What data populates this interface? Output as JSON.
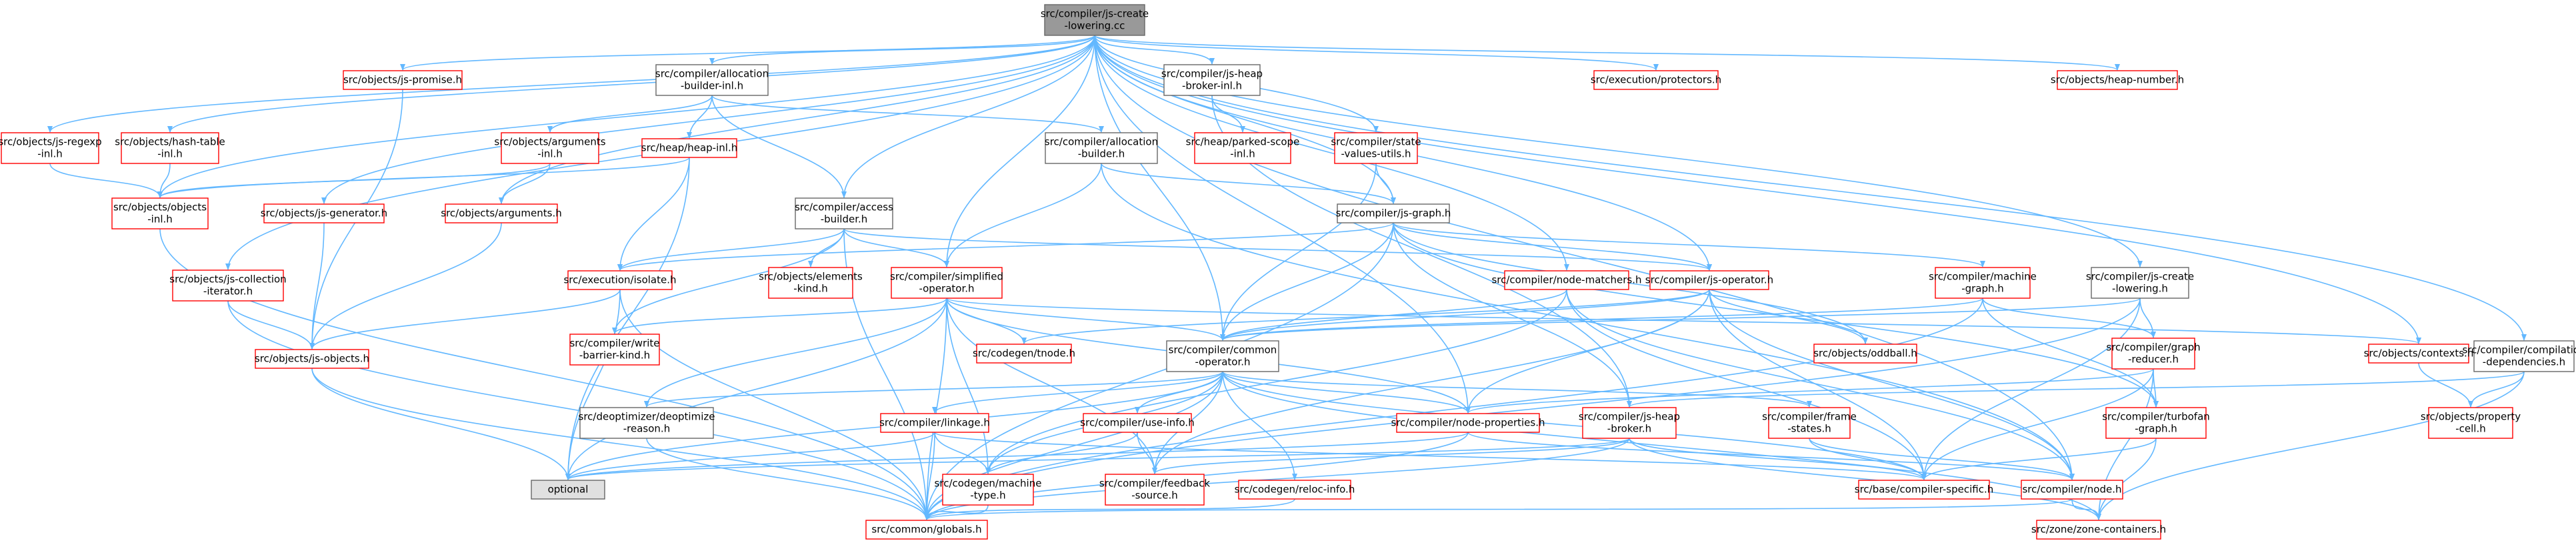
{
  "colors": {
    "edge": "#63b8ff",
    "arrow": "#63b8ff",
    "root_fill": "#999999",
    "root_border": "#666666",
    "normal_border": "#666666",
    "missing_border": "#ff0000",
    "node_fill": "#ffffff",
    "optional_fill": "#e0e0e0",
    "text": "#000000"
  },
  "nodes": [
    {
      "id": "root",
      "lines": [
        "src/compiler/js-create",
        "-lowering.cc"
      ],
      "kind": "root"
    },
    {
      "id": "regexp",
      "lines": [
        "src/objects/js-regexp",
        "-inl.h"
      ],
      "kind": "red"
    },
    {
      "id": "hashtable",
      "lines": [
        "src/objects/hash-table",
        "-inl.h"
      ],
      "kind": "red"
    },
    {
      "id": "objinl",
      "lines": [
        "src/objects/objects",
        "-inl.h"
      ],
      "kind": "red"
    },
    {
      "id": "promise",
      "lines": [
        "src/objects/js-promise.h"
      ],
      "kind": "red"
    },
    {
      "id": "allocinl",
      "lines": [
        "src/compiler/allocation",
        "-builder-inl.h"
      ],
      "kind": "normal"
    },
    {
      "id": "argsinl",
      "lines": [
        "src/objects/arguments",
        "-inl.h"
      ],
      "kind": "red"
    },
    {
      "id": "heapinl",
      "lines": [
        "src/heap/heap-inl.h"
      ],
      "kind": "red"
    },
    {
      "id": "jsgenerator",
      "lines": [
        "src/objects/js-generator.h"
      ],
      "kind": "red"
    },
    {
      "id": "arguments",
      "lines": [
        "src/objects/arguments.h"
      ],
      "kind": "red"
    },
    {
      "id": "collection",
      "lines": [
        "src/objects/js-collection",
        "-iterator.h"
      ],
      "kind": "red"
    },
    {
      "id": "jsobjects",
      "lines": [
        "src/objects/js-objects.h"
      ],
      "kind": "red"
    },
    {
      "id": "isolate",
      "lines": [
        "src/execution/isolate.h"
      ],
      "kind": "red"
    },
    {
      "id": "accessbuilder",
      "lines": [
        "src/compiler/access",
        "-builder.h"
      ],
      "kind": "normal"
    },
    {
      "id": "elementskind",
      "lines": [
        "src/objects/elements",
        "-kind.h"
      ],
      "kind": "red"
    },
    {
      "id": "simplified",
      "lines": [
        "src/compiler/simplified",
        "-operator.h"
      ],
      "kind": "red"
    },
    {
      "id": "writebarrier",
      "lines": [
        "src/compiler/write",
        "-barrier-kind.h"
      ],
      "kind": "red"
    },
    {
      "id": "tnode",
      "lines": [
        "src/codegen/tnode.h"
      ],
      "kind": "red"
    },
    {
      "id": "deopt",
      "lines": [
        "src/deoptimizer/deoptimize",
        "-reason.h"
      ],
      "kind": "normal"
    },
    {
      "id": "linkage",
      "lines": [
        "src/compiler/linkage.h"
      ],
      "kind": "red"
    },
    {
      "id": "optional",
      "lines": [
        "optional"
      ],
      "kind": "optional"
    },
    {
      "id": "machinetype",
      "lines": [
        "src/codegen/machine",
        "-type.h"
      ],
      "kind": "red"
    },
    {
      "id": "globals",
      "lines": [
        "src/common/globals.h"
      ],
      "kind": "red"
    },
    {
      "id": "jsheapbroker",
      "lines": [
        "src/compiler/js-heap",
        "-broker-inl.h"
      ],
      "kind": "normal"
    },
    {
      "id": "parkedscope",
      "lines": [
        "src/heap/parked-scope",
        "-inl.h"
      ],
      "kind": "red"
    },
    {
      "id": "allocbuilder",
      "lines": [
        "src/compiler/allocation",
        "-builder.h"
      ],
      "kind": "normal"
    },
    {
      "id": "statevalues",
      "lines": [
        "src/compiler/state",
        "-values-utils.h"
      ],
      "kind": "red"
    },
    {
      "id": "jsgraph",
      "lines": [
        "src/compiler/js-graph.h"
      ],
      "kind": "normal"
    },
    {
      "id": "nodematchers",
      "lines": [
        "src/compiler/node-matchers.h"
      ],
      "kind": "red"
    },
    {
      "id": "jsoperator",
      "lines": [
        "src/compiler/js-operator.h"
      ],
      "kind": "red"
    },
    {
      "id": "commonop",
      "lines": [
        "src/compiler/common",
        "-operator.h"
      ],
      "kind": "normal"
    },
    {
      "id": "useinfo",
      "lines": [
        "src/compiler/use-info.h"
      ],
      "kind": "red"
    },
    {
      "id": "feedback",
      "lines": [
        "src/compiler/feedback",
        "-source.h"
      ],
      "kind": "red"
    },
    {
      "id": "relocinfo",
      "lines": [
        "src/codegen/reloc-info.h"
      ],
      "kind": "red"
    },
    {
      "id": "nodeprops",
      "lines": [
        "src/compiler/node-properties.h"
      ],
      "kind": "red"
    },
    {
      "id": "jsheapbrokerh",
      "lines": [
        "src/compiler/js-heap",
        "-broker.h"
      ],
      "kind": "red"
    },
    {
      "id": "framestates",
      "lines": [
        "src/compiler/frame",
        "-states.h"
      ],
      "kind": "red"
    },
    {
      "id": "oddball",
      "lines": [
        "src/objects/oddball.h"
      ],
      "kind": "red"
    },
    {
      "id": "protectors",
      "lines": [
        "src/execution/protectors.h"
      ],
      "kind": "red"
    },
    {
      "id": "heapnumber",
      "lines": [
        "src/objects/heap-number.h"
      ],
      "kind": "red"
    },
    {
      "id": "machinegraph",
      "lines": [
        "src/compiler/machine",
        "-graph.h"
      ],
      "kind": "red"
    },
    {
      "id": "jscreatelowh",
      "lines": [
        "src/compiler/js-create",
        "-lowering.h"
      ],
      "kind": "normal"
    },
    {
      "id": "graphreducer",
      "lines": [
        "src/compiler/graph",
        "-reducer.h"
      ],
      "kind": "red"
    },
    {
      "id": "turbofangraph",
      "lines": [
        "src/compiler/turbofan",
        "-graph.h"
      ],
      "kind": "red"
    },
    {
      "id": "contexts",
      "lines": [
        "src/objects/contexts.h"
      ],
      "kind": "red"
    },
    {
      "id": "propertycell",
      "lines": [
        "src/objects/property",
        "-cell.h"
      ],
      "kind": "red"
    },
    {
      "id": "compdeps",
      "lines": [
        "src/compiler/compilation",
        "-dependencies.h"
      ],
      "kind": "normal"
    },
    {
      "id": "compilerspecific",
      "lines": [
        "src/base/compiler-specific.h"
      ],
      "kind": "red"
    },
    {
      "id": "nodeh",
      "lines": [
        "src/compiler/node.h"
      ],
      "kind": "red"
    },
    {
      "id": "zonecontainers",
      "lines": [
        "src/zone/zone-containers.h"
      ],
      "kind": "red"
    }
  ],
  "edges": [
    [
      "root",
      "regexp"
    ],
    [
      "root",
      "hashtable"
    ],
    [
      "root",
      "objinl"
    ],
    [
      "root",
      "promise"
    ],
    [
      "root",
      "allocinl"
    ],
    [
      "root",
      "jsgenerator"
    ],
    [
      "root",
      "arguments"
    ],
    [
      "root",
      "collection"
    ],
    [
      "root",
      "accessbuilder"
    ],
    [
      "root",
      "simplified"
    ],
    [
      "root",
      "jsheapbroker"
    ],
    [
      "root",
      "statevalues"
    ],
    [
      "root",
      "jsgraph"
    ],
    [
      "root",
      "nodematchers"
    ],
    [
      "root",
      "jsoperator"
    ],
    [
      "root",
      "commonop"
    ],
    [
      "root",
      "protectors"
    ],
    [
      "root",
      "heapnumber"
    ],
    [
      "root",
      "jscreatelowh"
    ],
    [
      "root",
      "contexts"
    ],
    [
      "root",
      "compdeps"
    ],
    [
      "root",
      "nodeprops"
    ],
    [
      "root",
      "nodeh"
    ],
    [
      "regexp",
      "objinl"
    ],
    [
      "hashtable",
      "objinl"
    ],
    [
      "objinl",
      "globals"
    ],
    [
      "promise",
      "jsobjects"
    ],
    [
      "allocinl",
      "argsinl"
    ],
    [
      "allocinl",
      "heapinl"
    ],
    [
      "allocinl",
      "accessbuilder"
    ],
    [
      "allocinl",
      "allocbuilder"
    ],
    [
      "argsinl",
      "arguments"
    ],
    [
      "argsinl",
      "objinl"
    ],
    [
      "heapinl",
      "objinl"
    ],
    [
      "heapinl",
      "isolate"
    ],
    [
      "heapinl",
      "optional"
    ],
    [
      "jsgenerator",
      "jsobjects"
    ],
    [
      "arguments",
      "jsobjects"
    ],
    [
      "collection",
      "jsobjects"
    ],
    [
      "collection",
      "globals"
    ],
    [
      "jsobjects",
      "optional"
    ],
    [
      "jsobjects",
      "globals"
    ],
    [
      "isolate",
      "jsobjects"
    ],
    [
      "isolate",
      "optional"
    ],
    [
      "isolate",
      "globals"
    ],
    [
      "accessbuilder",
      "isolate"
    ],
    [
      "accessbuilder",
      "elementskind"
    ],
    [
      "accessbuilder",
      "simplified"
    ],
    [
      "accessbuilder",
      "jsoperator"
    ],
    [
      "accessbuilder",
      "writebarrier"
    ],
    [
      "accessbuilder",
      "globals"
    ],
    [
      "simplified",
      "writebarrier"
    ],
    [
      "simplified",
      "tnode"
    ],
    [
      "simplified",
      "deopt"
    ],
    [
      "simplified",
      "commonop"
    ],
    [
      "simplified",
      "machinetype"
    ],
    [
      "simplified",
      "feedback"
    ],
    [
      "simplified",
      "globals"
    ],
    [
      "simplified",
      "optional"
    ],
    [
      "simplified",
      "contexts"
    ],
    [
      "simplified",
      "nodeprops"
    ],
    [
      "deopt",
      "globals"
    ],
    [
      "linkage",
      "machinetype"
    ],
    [
      "linkage",
      "optional"
    ],
    [
      "linkage",
      "globals"
    ],
    [
      "linkage",
      "compilerspecific"
    ],
    [
      "machinetype",
      "globals"
    ],
    [
      "jsheapbroker",
      "parkedscope"
    ],
    [
      "jsheapbroker",
      "jsheapbrokerh"
    ],
    [
      "allocbuilder",
      "simplified"
    ],
    [
      "allocbuilder",
      "jsgraph"
    ],
    [
      "allocbuilder",
      "nodeh"
    ],
    [
      "statevalues",
      "jsgraph"
    ],
    [
      "statevalues",
      "commonop"
    ],
    [
      "jsgraph",
      "isolate"
    ],
    [
      "jsgraph",
      "commonop"
    ],
    [
      "jsgraph",
      "jsoperator"
    ],
    [
      "jsgraph",
      "machinegraph"
    ],
    [
      "jsgraph",
      "oddball"
    ],
    [
      "jsgraph",
      "globals"
    ],
    [
      "jsgraph",
      "jsheapbrokerh"
    ],
    [
      "jsgraph",
      "turbofangraph"
    ],
    [
      "nodematchers",
      "commonop"
    ],
    [
      "nodematchers",
      "machinetype"
    ],
    [
      "nodematchers",
      "nodeh"
    ],
    [
      "nodematchers",
      "compilerspecific"
    ],
    [
      "jsoperator",
      "commonop"
    ],
    [
      "jsoperator",
      "feedback"
    ],
    [
      "jsoperator",
      "nodeprops"
    ],
    [
      "jsoperator",
      "oddball"
    ],
    [
      "jsoperator",
      "compilerspecific"
    ],
    [
      "jsoperator",
      "nodeh"
    ],
    [
      "jsoperator",
      "tnode"
    ],
    [
      "commonop",
      "deopt"
    ],
    [
      "commonop",
      "linkage"
    ],
    [
      "commonop",
      "useinfo"
    ],
    [
      "commonop",
      "feedback"
    ],
    [
      "commonop",
      "relocinfo"
    ],
    [
      "commonop",
      "nodeprops"
    ],
    [
      "commonop",
      "framestates"
    ],
    [
      "commonop",
      "compilerspecific"
    ],
    [
      "commonop",
      "machinetype"
    ],
    [
      "commonop",
      "optional"
    ],
    [
      "commonop",
      "globals"
    ],
    [
      "commonop",
      "zonecontainers"
    ],
    [
      "useinfo",
      "machinetype"
    ],
    [
      "useinfo",
      "feedback"
    ],
    [
      "relocinfo",
      "globals"
    ],
    [
      "nodeprops",
      "nodeh"
    ],
    [
      "nodeprops",
      "globals"
    ],
    [
      "nodeprops",
      "optional"
    ],
    [
      "jsheapbrokerh",
      "optional"
    ],
    [
      "jsheapbrokerh",
      "feedback"
    ],
    [
      "jsheapbrokerh",
      "globals"
    ],
    [
      "jsheapbrokerh",
      "compilerspecific"
    ],
    [
      "jsheapbrokerh",
      "zonecontainers"
    ],
    [
      "framestates",
      "nodeh"
    ],
    [
      "framestates",
      "compilerspecific"
    ],
    [
      "machinegraph",
      "commonop"
    ],
    [
      "machinegraph",
      "graphreducer"
    ],
    [
      "machinegraph",
      "turbofangraph"
    ],
    [
      "machinegraph",
      "globals"
    ],
    [
      "jscreatelowh",
      "graphreducer"
    ],
    [
      "jscreatelowh",
      "commonop"
    ],
    [
      "jscreatelowh",
      "compilerspecific"
    ],
    [
      "jscreatelowh",
      "globals"
    ],
    [
      "graphreducer",
      "turbofangraph"
    ],
    [
      "graphreducer",
      "nodeprops"
    ],
    [
      "graphreducer",
      "compilerspecific"
    ],
    [
      "graphreducer",
      "zonecontainers"
    ],
    [
      "turbofangraph",
      "compilerspecific"
    ],
    [
      "turbofangraph",
      "zonecontainers"
    ],
    [
      "contexts",
      "propertycell"
    ],
    [
      "compdeps",
      "jsheapbrokerh"
    ],
    [
      "compdeps",
      "propertycell"
    ],
    [
      "compdeps",
      "zonecontainers"
    ],
    [
      "nodeh",
      "globals"
    ],
    [
      "nodeh",
      "zonecontainers"
    ]
  ]
}
